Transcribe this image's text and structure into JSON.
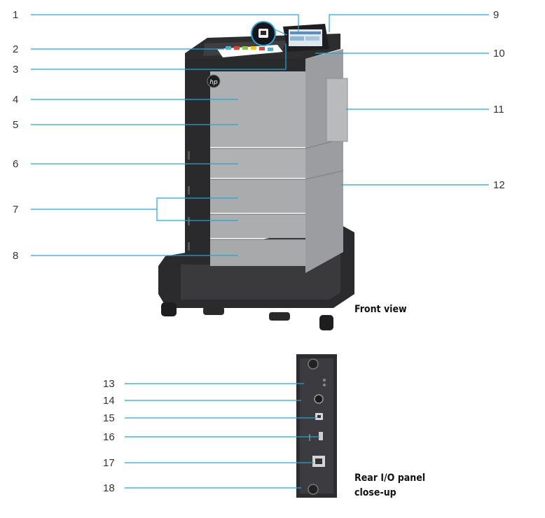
{
  "callouts": [
    "1",
    "2",
    "3",
    "4",
    "5",
    "6",
    "7",
    "8",
    "9",
    "10",
    "11",
    "12",
    "13",
    "14",
    "15",
    "16",
    "17",
    "18"
  ],
  "captions": {
    "front": "Front view",
    "rear_line1": "Rear I/O panel",
    "rear_line2": "close-up"
  },
  "logo_text": "hp",
  "colors": {
    "leader": "#21a6d6",
    "body_gray": "#a9aaac",
    "dark_panel": "#2c2c2e"
  }
}
